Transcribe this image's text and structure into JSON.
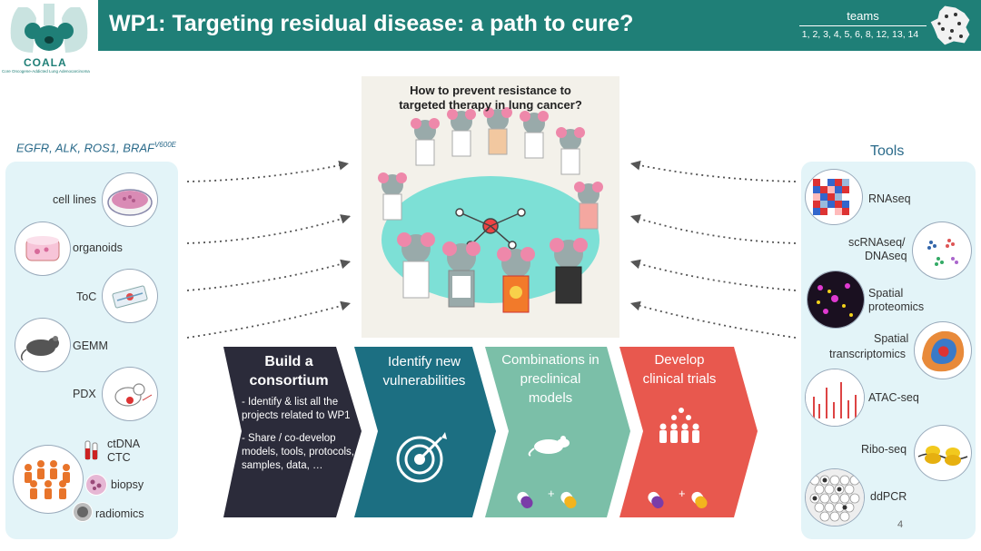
{
  "header": {
    "title": "WP1: Targeting residual disease: a path to cure?",
    "teams_label": "teams",
    "teams_list": "1, 2, 3, 4, 5, 6, 8, 12, 13, 14"
  },
  "logo": {
    "name": "COALA",
    "subtitle": "Core Oncogene-Addicted Lung Adenocarcinoma"
  },
  "left_panel": {
    "header_main": "EGFR, ALK, ROS1, BRAF",
    "header_sup": "V600E",
    "items": [
      "cell lines",
      "organoids",
      "ToC",
      "GEMM",
      "PDX"
    ],
    "patient_items": [
      "ctDNA",
      "CTC",
      "biopsy",
      "radiomics"
    ]
  },
  "right_panel": {
    "header": "Tools",
    "items": [
      "RNAseq",
      "scRNAseq/",
      "DNAseq",
      "Spatial",
      "proteomics",
      "Spatial",
      "transcriptomics",
      "ATAC-seq",
      "Ribo-seq",
      "ddPCR"
    ]
  },
  "center_image": {
    "caption_line1": "How to prevent resistance to",
    "caption_line2": "targeted therapy in lung cancer?"
  },
  "steps": [
    {
      "title_line1": "Build a",
      "title_line2": "consortium",
      "items": [
        "- Identify  & list all the projects related to WP1",
        "- Share / co-develop models, tools, protocols, samples, data, …"
      ]
    },
    {
      "title_line1": "Identify new",
      "title_line2": "vulnerabilities"
    },
    {
      "title_line1": "Combinations  in",
      "title_line2": "preclinical",
      "title_line3": "models",
      "plus": "+"
    },
    {
      "title_line1": "Develop",
      "title_line2": "clinical trials",
      "plus": "+"
    }
  ],
  "colors": {
    "header": "#1f7f77",
    "step1": "#2b2b3a",
    "step2": "#1c6f82",
    "step3": "#7bbfa8",
    "step4": "#e8584e",
    "panel": "#e3f4f8"
  },
  "page_number": "4"
}
